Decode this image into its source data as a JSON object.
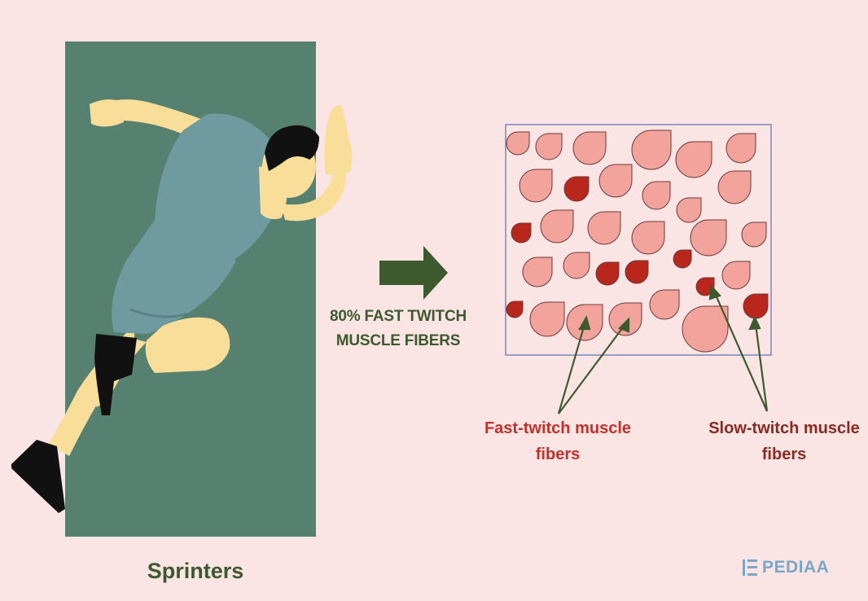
{
  "caption": {
    "line1": "80% FAST TWITCH",
    "line2": "MUSCLE FIBERS"
  },
  "labels": {
    "fast_line1": "Fast-twitch muscle",
    "fast_line2": "fibers",
    "slow_line1": "Slow-twitch muscle",
    "slow_line2": "fibers"
  },
  "figure_label": "Sprinters",
  "brand": "PEDIAA",
  "colors": {
    "background": "#fbe4e4",
    "panel": "#568070",
    "arrow": "#3d5a2e",
    "fast_fiber": "#f2a39c",
    "slow_fiber": "#b8261c",
    "skin": "#f8de98",
    "shirt": "#6f9aa0",
    "dark": "#111111"
  }
}
